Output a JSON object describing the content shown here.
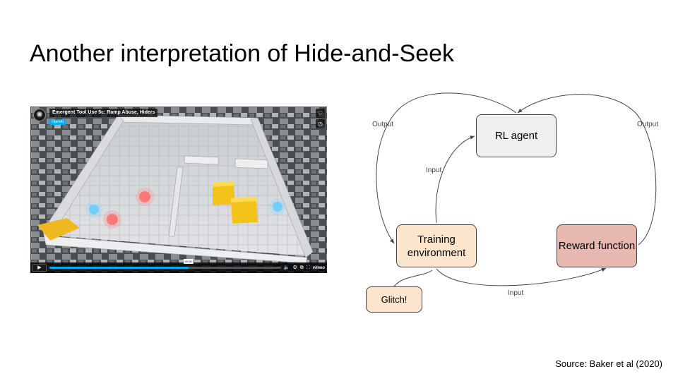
{
  "slide": {
    "title": "Another interpretation of Hide-and-Seek",
    "source": "Source: Baker et al (2020)"
  },
  "video": {
    "title": "Emergent Tool Use 5c: Ramp Abuse, Hiders",
    "badge": "OpenAI",
    "time": "00:00",
    "progress": 0.6,
    "brand": "vimeo",
    "icons": {
      "logo": "openai-logo-icon",
      "heart": "heart-icon",
      "clock": "clock-icon",
      "play": "play-icon",
      "volume": "volume-icon",
      "settings": "gear-icon",
      "pip": "picture-in-picture-icon",
      "fullscreen": "fullscreen-icon"
    }
  },
  "diagram": {
    "nodes": {
      "rl_agent": "RL agent",
      "training_env": "Training environment",
      "reward_fn": "Reward function",
      "glitch": "Glitch!"
    },
    "edge_labels": {
      "output_left": "Output",
      "output_right": "Output",
      "input_left": "Input",
      "input_bottom": "Input"
    },
    "colors": {
      "rl_agent": "#efefef",
      "training_env": "#fce5cd",
      "reward_fn": "#e6b8af",
      "glitch": "#fce5cd"
    }
  }
}
